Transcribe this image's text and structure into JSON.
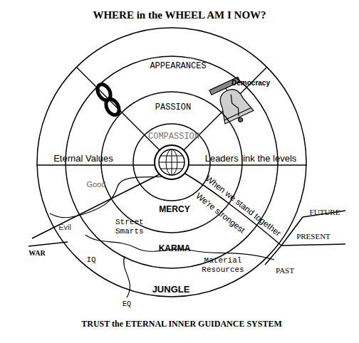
{
  "diagram": {
    "title": "WHERE in the WHEEL AM I NOW?",
    "caption": "TRUST the ETERNAL INNER GUIDANCE SYSTEM",
    "nodes": [
      {
        "text": [
          "JUNGLE"
        ]
      },
      {
        "text": [
          "APPEARANCES",
          "KARMA"
        ],
        "in": 0
      },
      {
        "text": [
          "PASSION",
          "MERCY"
        ],
        "in": 1
      },
      {
        "text": [
          "COMPASSION"
        ],
        "in": 2
      }
    ],
    "labels": [
      "Democracy",
      "Eternal Values",
      "Leaders link the levels",
      "When we stand together",
      "We're strongest",
      "Good",
      "Evil",
      "Street Smarts",
      "WAR",
      "IQ",
      "Material Resources",
      "EQ",
      "FUTURE",
      "PRESENT",
      "PAST"
    ]
  }
}
